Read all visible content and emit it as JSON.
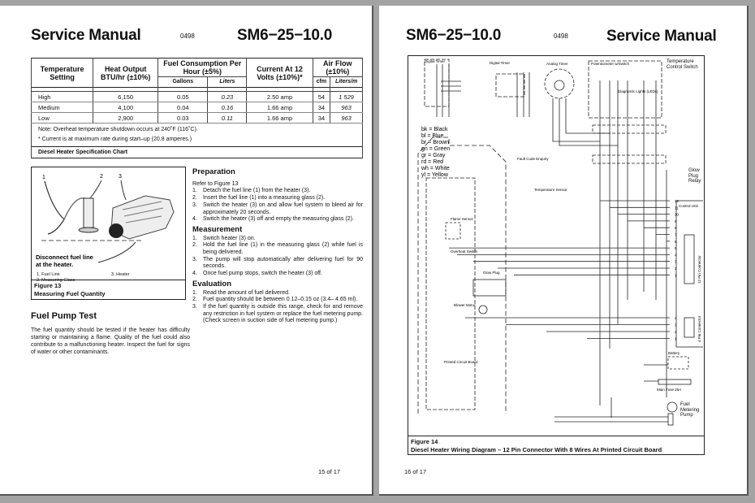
{
  "left_page": {
    "header_title": "Service Manual",
    "header_code": "0498",
    "header_model": "SM6−25−10.0",
    "spec_table": {
      "headers": {
        "temp": "Temperature Setting",
        "heat": "Heat Output BTU/hr (±10%)",
        "fuel": "Fuel Consumption Per Hour (±5%)",
        "current": "Current At 12 Volts (±10%)*",
        "air": "Air Flow (±10%)",
        "gallons": "Gallons",
        "liters": "Liters",
        "cfm": "cfm",
        "liters_m": "Liters/m"
      },
      "rows": [
        {
          "setting": "High",
          "btu": "6,150",
          "gallons": "0.05",
          "liters": "0.23",
          "current": "2.50 amp",
          "cfm": "54",
          "lpm": "1 529"
        },
        {
          "setting": "Medium",
          "btu": "4,100",
          "gallons": "0.04",
          "liters": "0.16",
          "current": "1.66 amp",
          "cfm": "34",
          "lpm": "963"
        },
        {
          "setting": "Low",
          "btu": "2,900",
          "gallons": "0.03",
          "liters": "0.11",
          "current": "1.66 amp",
          "cfm": "34",
          "lpm": "963"
        }
      ],
      "note1": "Note:  Overheat temperature shutdown occurs at 240˚F (116˚C).",
      "note2": "* Current is at maximum rate during start–up (20.8 amperes.)",
      "caption": "Diesel Heater Specification Chart"
    },
    "figure13": {
      "callouts": [
        "1",
        "2",
        "3"
      ],
      "instruction": "Disconnect fuel line at the heater.",
      "legend": [
        "1.  Fuel Line",
        "2.  Measuring Glass",
        "3.  Heater"
      ],
      "caption_num": "Figure 13",
      "caption_title": "Measuring Fuel Quantity"
    },
    "preparation": {
      "title": "Preparation",
      "intro": "Refer to Figure 13",
      "steps": [
        {
          "n": "1.",
          "t": "Detach the fuel line (1) from the heater (3)."
        },
        {
          "n": "2.",
          "t": "Insert the fuel line (1) into a measuring glass (2)."
        },
        {
          "n": "3.",
          "t": "Switch the heater (3) on and allow fuel system to bleed air for approximately 20 seconds."
        },
        {
          "n": "4.",
          "t": "Switch the heater (3) off and empty the measuring glass (2)."
        }
      ]
    },
    "measurement": {
      "title": "Measurement",
      "steps": [
        {
          "n": "1.",
          "t": "Switch heater (3) on."
        },
        {
          "n": "2.",
          "t": "Hold the fuel line (1) in the measuring glass (2) while fuel is being delivered."
        },
        {
          "n": "3.",
          "t": "The pump will stop automatically after delivering fuel for 90 seconds."
        },
        {
          "n": "4.",
          "t": "Once fuel pump stops, switch the heater (3) off."
        }
      ]
    },
    "evaluation": {
      "title": "Evaluation",
      "steps": [
        {
          "n": "1.",
          "t": "Read the amount of fuel delivered."
        },
        {
          "n": "2.",
          "t": "Fuel quantity should be between 0.12–0.15 oz (3.4– 4.65 ml)."
        },
        {
          "n": "3.",
          "t": "If the fuel quantity is outside this range, check for and remove any restriction in fuel system or replace the fuel metering pump.  (Check screen in suction side of fuel metering pump.)"
        }
      ]
    },
    "fuel_pump_test": {
      "title": "Fuel Pump Test",
      "body": "The fuel quantity should be tested if the heater has difficulty starting or maintaining a flame.  Quality of the fuel could also contribute to a malfunctioning heater.  Inspect the fuel for signs of water or other contaminants."
    },
    "page_number": "15 of 17"
  },
  "right_page": {
    "header_model": "SM6−25−10.0",
    "header_code": "0498",
    "header_title": "Service Manual",
    "diagram": {
      "components": {
        "digital_timer_1": "Digital Timer",
        "digital_timer_2": "Digital Timer",
        "analog_timer": "Analog Timer",
        "potentiometer": "Potentiometer w/Switch",
        "temp_control_switch": "Temperature Control Switch",
        "diagnostic_lights": "Diagnostic Lights (LEDs)",
        "fault_code": "Fault Code Enquiry",
        "temp_sensor": "Temperature Sensor",
        "flame_sensor": "Flame Sensor",
        "overheat_switch": "Overheat Switch",
        "glow_plug": "Glow Plug",
        "blower_motor": "Blower Motor",
        "pcb": "Printed Circuit Board",
        "control_unit": "Control Unit",
        "pin12": "12 Pin Connector",
        "pin4": "4 Pin Connector",
        "glow_relay": "Glow Plug Relay",
        "battery": "Battery",
        "fuse": "Main Fuse 25A",
        "pump": "Fuel Metering Pump"
      },
      "color_legend": [
        "bk = Black",
        "bl = Blue",
        "br = Brown",
        "gn = Green",
        "gr = Gray",
        "rd = Red",
        "wh = White",
        "yl = Yellow"
      ],
      "pins12": [
        "12",
        "11",
        "10",
        "9",
        "8",
        "7",
        "6",
        "5",
        "4",
        "3",
        "2",
        "1"
      ],
      "pins4": [
        "4",
        "3",
        "2",
        "1"
      ]
    },
    "caption_num": "Figure 14",
    "caption_title": "Diesel Heater Wiring Diagram – 12 Pin Connector With 8 Wires At Printed Circuit Board",
    "page_number": "16 of 17"
  }
}
